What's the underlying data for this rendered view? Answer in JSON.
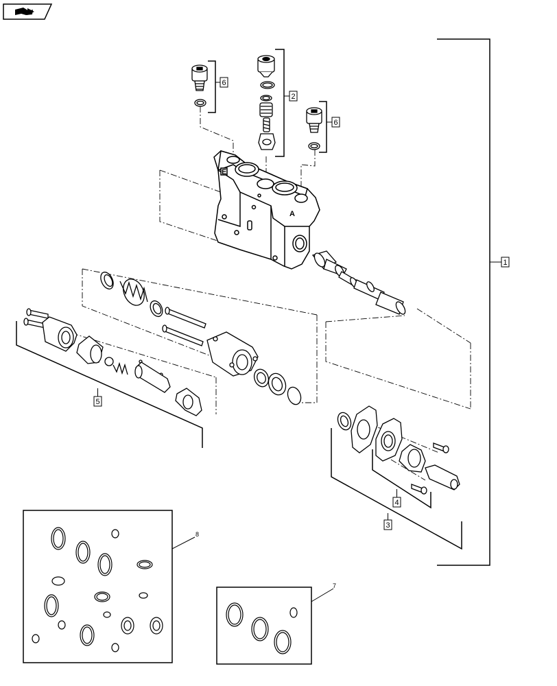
{
  "callouts": {
    "c1": "1",
    "c2": "2",
    "c3": "3",
    "c4": "4",
    "c5": "5",
    "c6a": "6",
    "c6b": "6",
    "c7": "7",
    "c8": "8"
  },
  "body_marks": {
    "port_a": "A",
    "port_e": "E"
  },
  "icons": {
    "nav": "next-page-arrow-icon"
  }
}
